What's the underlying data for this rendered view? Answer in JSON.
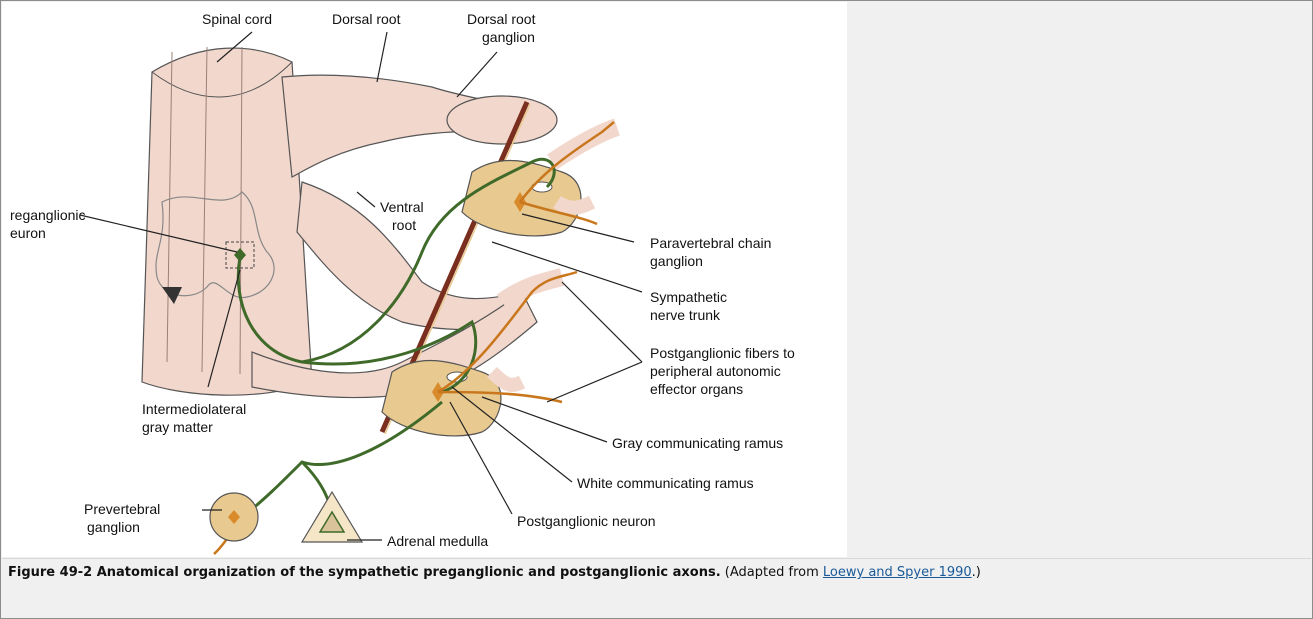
{
  "figure": {
    "labels": {
      "spinal_cord": "Spinal cord",
      "dorsal_root": "Dorsal root",
      "dorsal_root_ganglion_1": "Dorsal root",
      "dorsal_root_ganglion_2": "ganglion",
      "preganglionic_neuron_1": "reganglionic",
      "preganglionic_neuron_2": "euron",
      "ventral_root_1": "Ventral",
      "ventral_root_2": "root",
      "paravertebral_1": "Paravertebral chain",
      "paravertebral_2": "ganglion",
      "sympathetic_trunk_1": "Sympathetic",
      "sympathetic_trunk_2": "nerve trunk",
      "postganglionic_fibers_1": "Postganglionic fibers to",
      "postganglionic_fibers_2": "peripheral autonomic",
      "postganglionic_fibers_3": "effector organs",
      "intermediolateral_1": "Intermediolateral",
      "intermediolateral_2": "gray matter",
      "gray_ramus": "Gray communicating ramus",
      "white_ramus": "White communicating ramus",
      "postganglionic_neuron": "Postganglionic neuron",
      "prevertebral_1": "Prevertebral",
      "prevertebral_2": "ganglion",
      "adrenal_medulla": "Adrenal medulla"
    },
    "colors": {
      "tissue": "#f2d7cc",
      "tissue_dark": "#e4c2b4",
      "ganglion": "#e8c98f",
      "preganglionic_axon": "#3f6a2a",
      "postganglionic_axon": "#c9771c",
      "trunk": "#7a2e1d"
    }
  },
  "caption": {
    "bold": "Figure 49-2 Anatomical organization of the sympathetic preganglionic and postganglionic axons.",
    "pre_link": " (Adapted from ",
    "link": "Loewy and Spyer 1990",
    "post_link": ".)"
  }
}
